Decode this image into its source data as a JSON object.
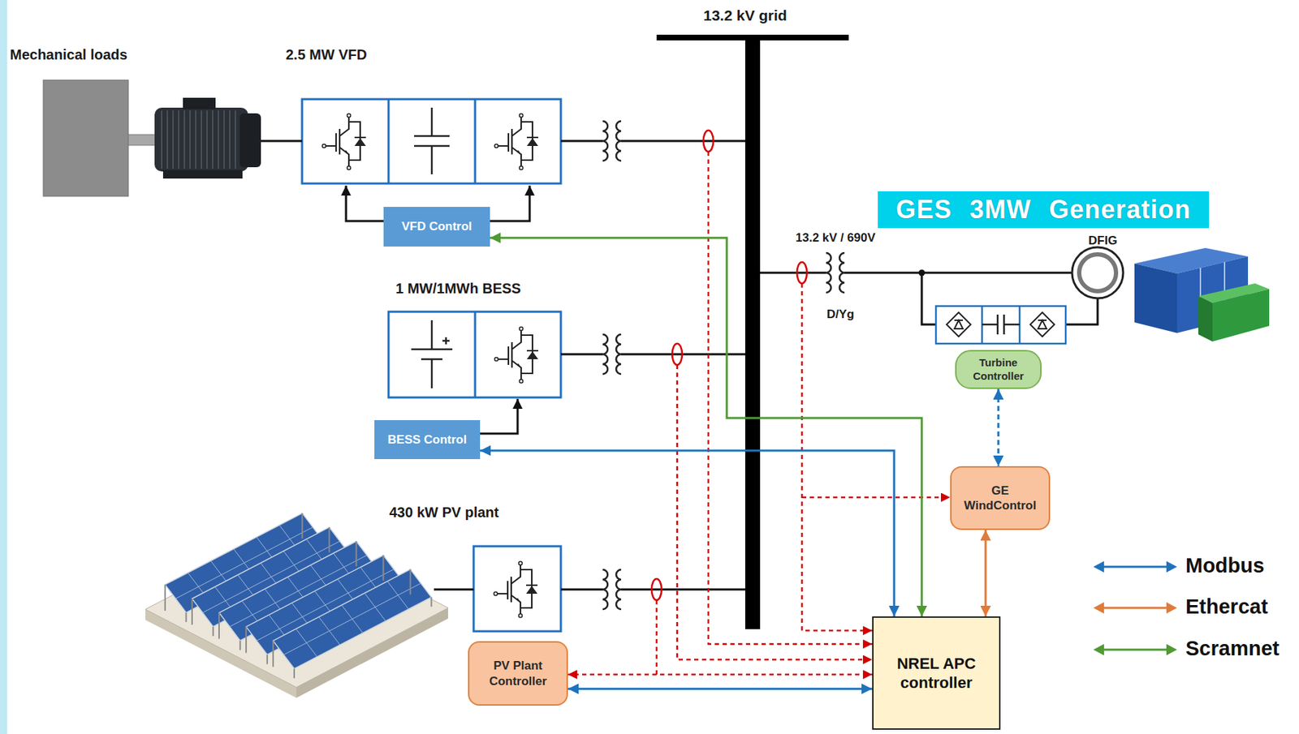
{
  "diagram": {
    "nodes": [
      {
        "text": [
          "VFD Control"
        ]
      },
      {
        "text": [
          "Turbine Controller"
        ]
      },
      {
        "text": [
          "BESS Control"
        ]
      },
      {
        "text": [
          "GE WindControl"
        ]
      },
      {
        "text": [
          "NREL APC controller"
        ]
      },
      {
        "text": [
          "PV Plant Controller"
        ]
      }
    ],
    "edges": [
      {
        "from": 0,
        "to": 4,
        "arrow": "both"
      },
      {
        "from": 2,
        "to": 4,
        "arrow": "both"
      },
      {
        "from": 5,
        "to": 4,
        "arrow": "both"
      },
      {
        "from": 3,
        "to": 4,
        "arrow": "both"
      },
      {
        "from": 1,
        "to": 3,
        "arrow": "both"
      }
    ],
    "labels": [
      "13.2 kV grid",
      "Mechanical loads",
      "2.5 MW VFD",
      "GES 3MW Generation",
      "13.2 kV / 690V",
      "DFIG",
      "1 MW/1MWh BESS",
      "D/Yg",
      "430 kW PV plant"
    ],
    "legend": [
      {
        "text": "Modbus",
        "color": "#1e73be"
      },
      {
        "text": "Ethercat",
        "color": "#e07b39"
      },
      {
        "text": "Scramnet",
        "color": "#4f9a33"
      }
    ]
  }
}
